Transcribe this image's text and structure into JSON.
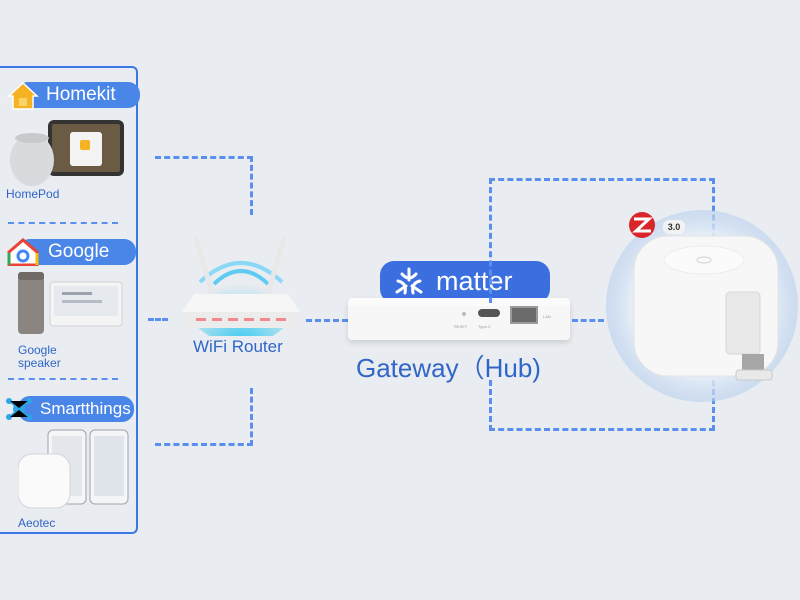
{
  "ecosystems": {
    "homekit": {
      "label": "Homekit",
      "device": "HomePod"
    },
    "google": {
      "label": "Google",
      "device": "Google speaker"
    },
    "smartthings": {
      "label": "Smartthings",
      "device": "Aeotec"
    }
  },
  "router": {
    "label": "WiFi Router"
  },
  "gateway": {
    "brand": "matter",
    "label": "Gateway（Hub)",
    "port_labels": [
      "RESET",
      "Type-C",
      "LAN"
    ]
  },
  "zigbee": {
    "badge": "Z",
    "version": "3.0"
  },
  "colors": {
    "accent": "#4a86e8",
    "line": "#5a8ff0",
    "text": "#2f66c8",
    "background": "#e9ecf0"
  }
}
